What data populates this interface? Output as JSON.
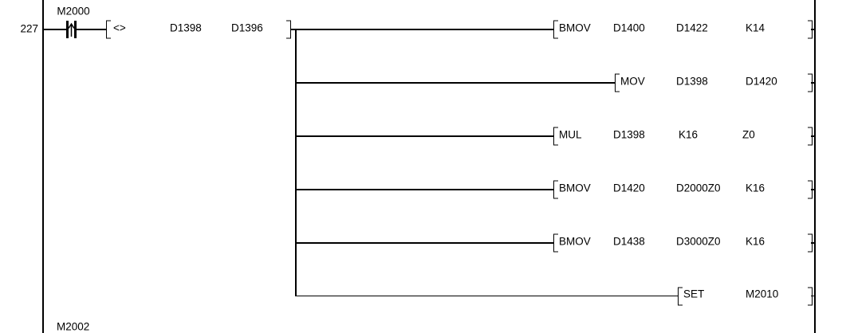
{
  "colors": {
    "line": "#000000",
    "text": "#000000",
    "background": "#ffffff"
  },
  "symbols": {
    "rising_edge_arrow": "↑",
    "contact": "-|↑|-",
    "open_bracket": "[",
    "close_bracket": "]"
  },
  "rung": {
    "number": "227",
    "contact": {
      "device": "M2000",
      "type": "rising-edge-pulse-contact"
    },
    "compare": {
      "operator": "<>",
      "operands": [
        "D1398",
        "D1396"
      ]
    },
    "instructions": [
      {
        "mnemonic": "BMOV",
        "operands": [
          "D1400",
          "D1422",
          "K14"
        ]
      },
      {
        "mnemonic": "MOV",
        "operands": [
          "D1398",
          "D1420"
        ]
      },
      {
        "mnemonic": "MUL",
        "operands": [
          "D1398",
          "K16",
          "Z0"
        ]
      },
      {
        "mnemonic": "BMOV",
        "operands": [
          "D1420",
          "D2000Z0",
          "K16"
        ]
      },
      {
        "mnemonic": "BMOV",
        "operands": [
          "D1438",
          "D3000Z0",
          "K16"
        ]
      },
      {
        "mnemonic": "SET",
        "operands": [
          "M2010"
        ]
      }
    ]
  },
  "next_rung": {
    "contact_device": "M2002"
  }
}
